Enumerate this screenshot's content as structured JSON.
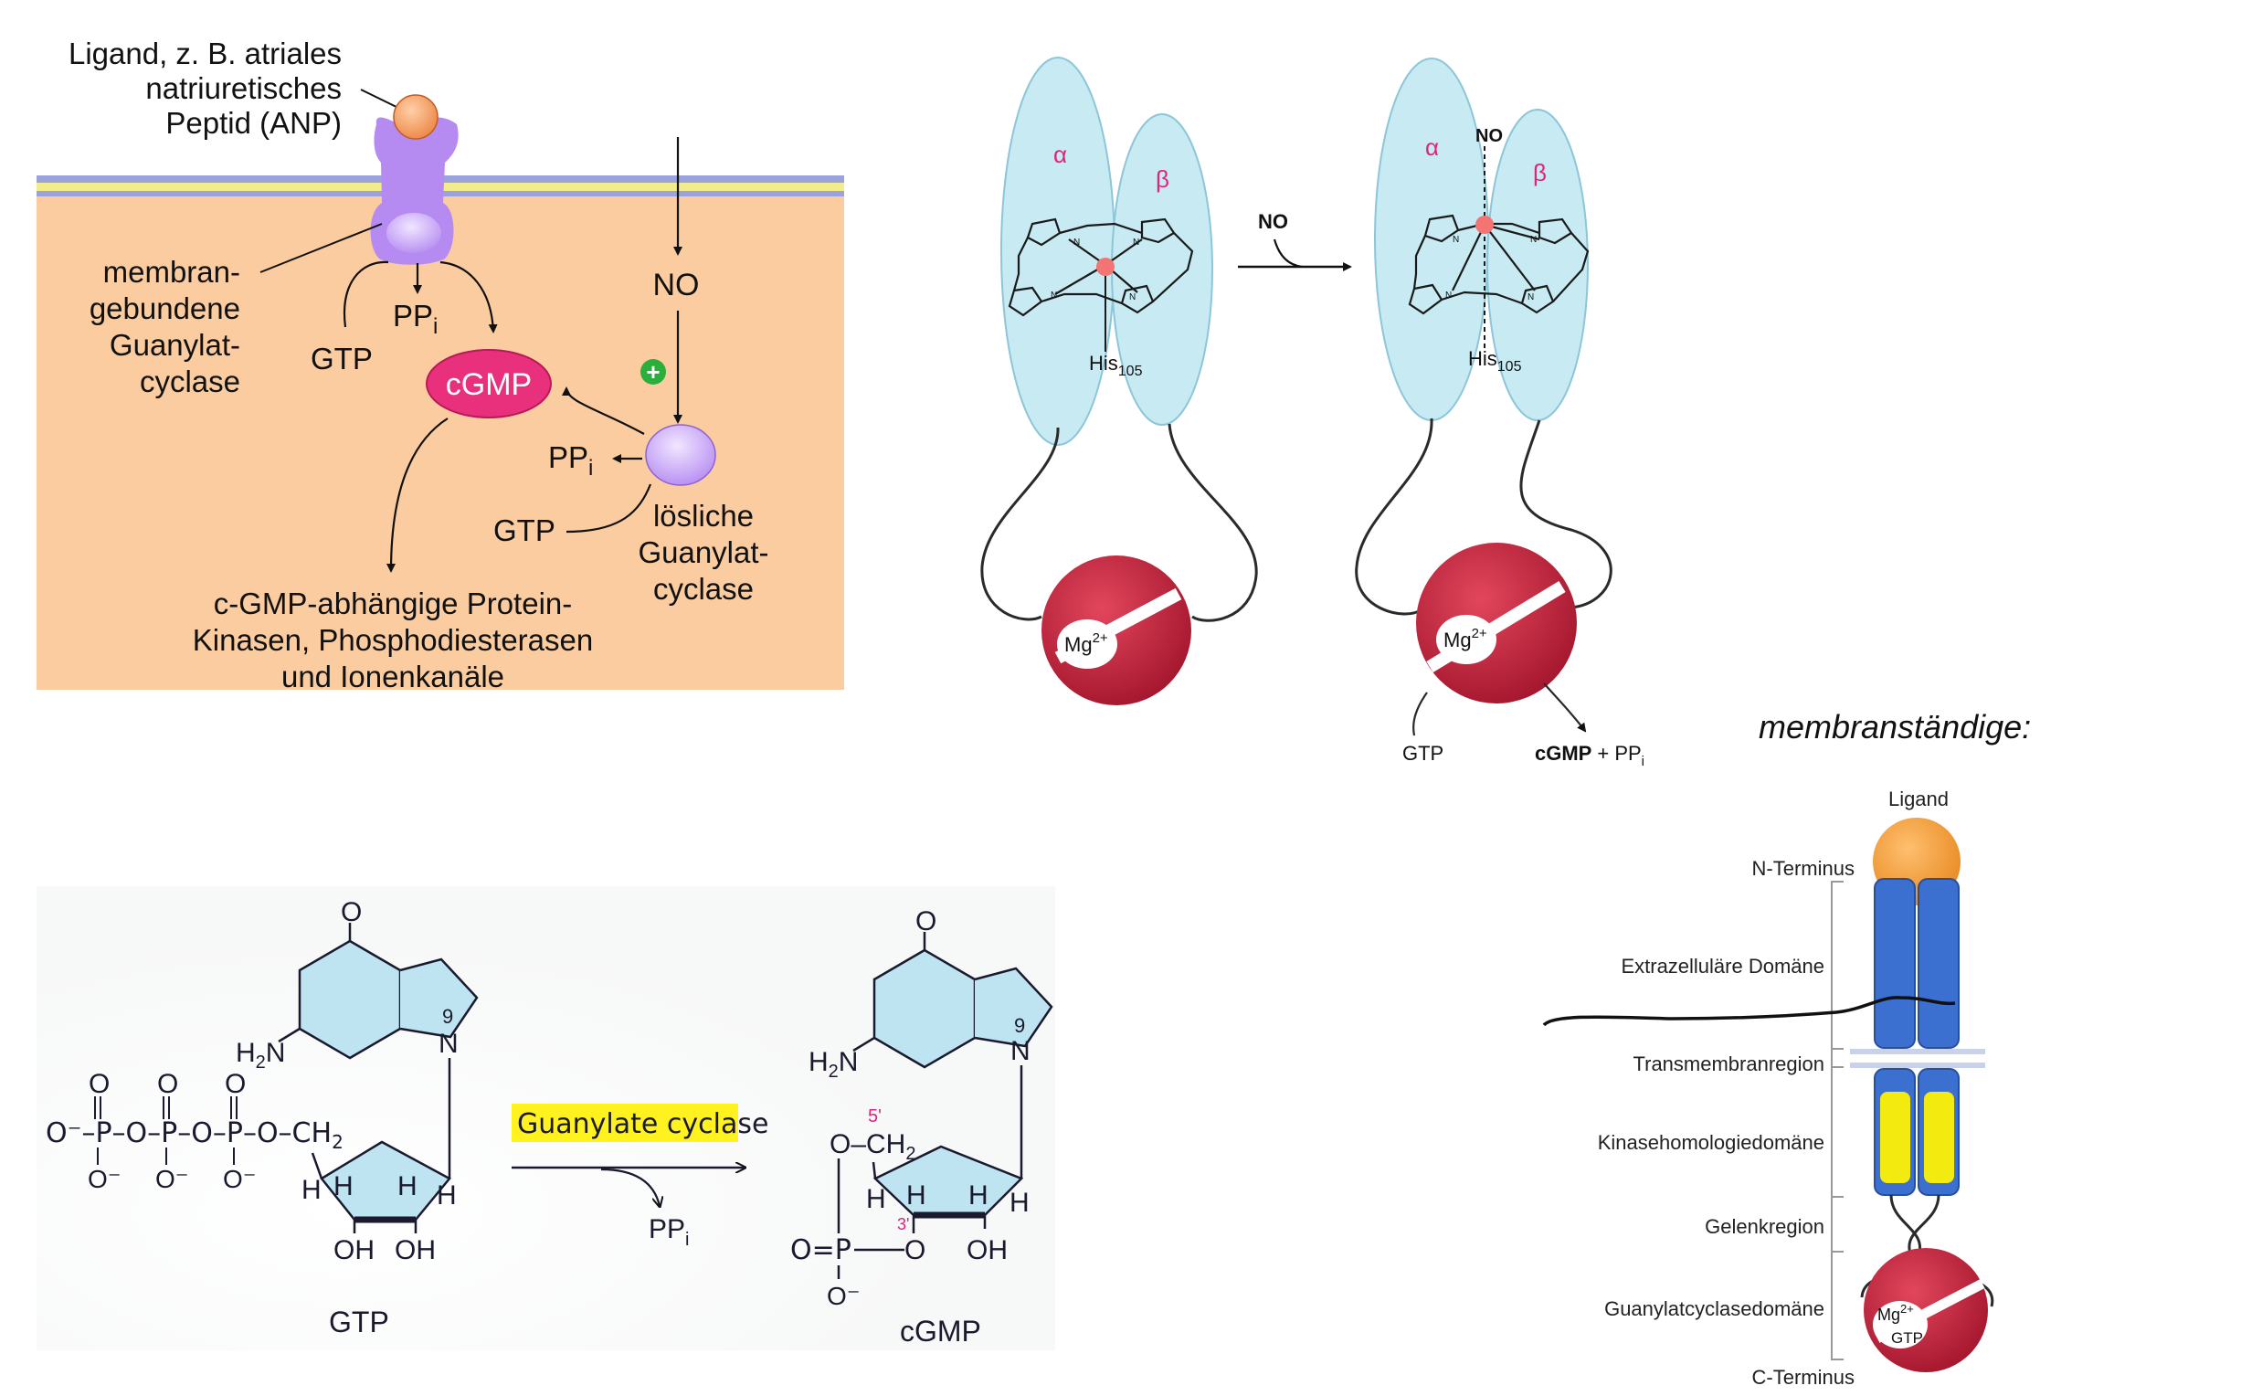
{
  "panel_membrane": {
    "ligand_label": [
      "Ligand, z. B. atriales",
      "natriuretisches",
      "Peptid (ANP)"
    ],
    "membrane_cyclase_label": [
      "membran-",
      "gebundene",
      "Guanylat-",
      "cyclase"
    ],
    "pp_main": "PP",
    "pp_sub": "i",
    "gtp": "GTP",
    "cgmp": "cGMP",
    "no": "NO",
    "plus": "+",
    "soluble_cyclase_label": [
      "lösliche",
      "Guanylat-",
      "cyclase"
    ],
    "targets_label": [
      "c-GMP-abhängige Protein-",
      "Kinasen, Phosphodiesterasen",
      "und Ionenkanäle"
    ]
  },
  "panel_soluble": {
    "alpha": "α",
    "beta": "β",
    "no": "NO",
    "his_main": "His",
    "his_sub": "105",
    "n": "N",
    "mg_main": "Mg",
    "mg_sup": "2+",
    "gtp": "GTP",
    "product_main": "cGMP",
    "product_plus": "+ PP",
    "product_sub": "i"
  },
  "panel_reaction": {
    "o": "O",
    "h2n_main": "H",
    "h2n_sub": "2",
    "h2n_end": "N",
    "n9_num": "9",
    "n9": "N",
    "phosphate_row": "O⁻–P–O–P–O–P–O–CH",
    "ch2_sub": "2",
    "o_minus": "O⁻",
    "h": "H",
    "oh": "OH",
    "enzyme": "Guanylate cyclase",
    "ppi_main": "PP",
    "ppi_sub": "i",
    "gtp": "GTP",
    "cgmp": "cGMP",
    "c5": "5'",
    "c3": "3'",
    "o_ch2": "O–CH",
    "op_row": "O=P",
    "o_minus_bottom": "O⁻"
  },
  "panel_receptor": {
    "handwritten_title": "membranständige:",
    "labels": {
      "ligand": "Ligand",
      "n_terminus": "N-Terminus",
      "extracellular": "Extrazelluläre Domäne",
      "transmembrane": "Transmembranregion",
      "kinase_homology": "Kinasehomologiedomäne",
      "hinge": "Gelenkregion",
      "cyclase_domain": "Guanylatcyclasedomäne",
      "c_terminus": "C-Terminus"
    },
    "mg_main": "Mg",
    "mg_sup": "2+",
    "gtp": "GTP"
  },
  "colors": {
    "cytoplasm": "#fbcc9f",
    "membrane_yellow": "#f2ec8c",
    "membrane_blue": "#9aa3dd",
    "enzyme_purple": "#b58bf2",
    "cgmp_pink": "#e9307d",
    "ligand_orange": "#ee8b4b",
    "plus_green": "#2aae3c",
    "subunit_blue": "#c7eaf3",
    "heme_dot": "#f47373",
    "catalytic_red": "#c2213c",
    "ring_blue": "#bfe4f1",
    "highlight_yellow": "#fff21f",
    "receptor_blue": "#3b6fd0",
    "receptor_yellow": "#f3ea10",
    "annotation_pink": "#e0247d"
  }
}
